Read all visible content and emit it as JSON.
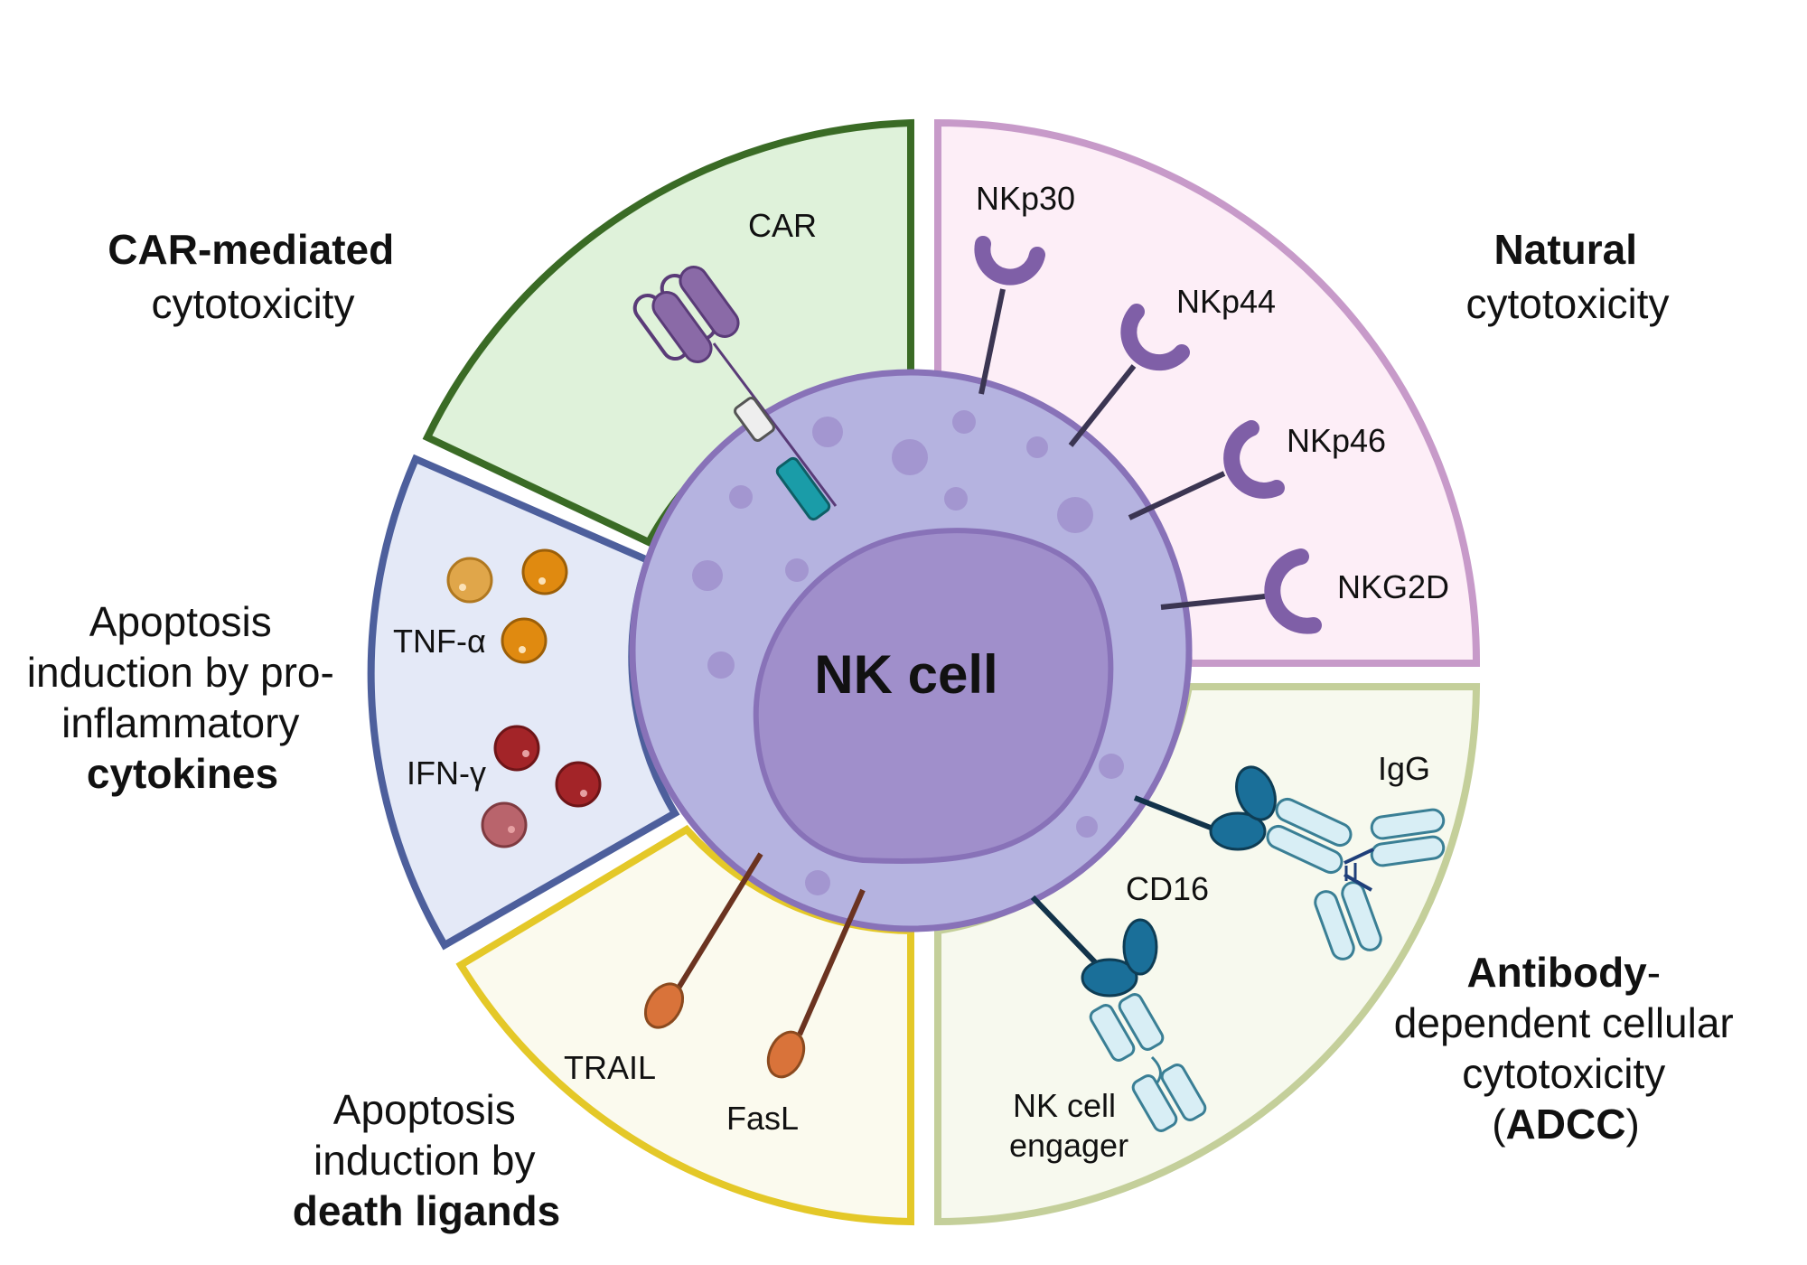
{
  "cell": {
    "title": "NK cell"
  },
  "colors": {
    "car": "#3a6b25",
    "natural": "#c79ac9",
    "cytokine": "#4d5f9c",
    "death": "#e4c828",
    "adcc": "#c4cf9a",
    "cell_body": "#b5b3e0",
    "nucleus": "#a08fcb",
    "cell_border": "#8872b8"
  },
  "sections": {
    "car": {
      "caption_bold": "CAR-mediated",
      "caption_rest": "cytotoxicity",
      "receptor_label": "CAR"
    },
    "natural": {
      "caption_bold": "Natural",
      "caption_rest": "cytotoxicity",
      "receptors": [
        "NKp30",
        "NKp44",
        "NKp46",
        "NKG2D"
      ]
    },
    "cytokines": {
      "caption_line1": "Apoptosis",
      "caption_line2": "induction by pro-",
      "caption_line3": "inflammatory",
      "caption_bold": "cytokines",
      "labels": [
        "TNF-α",
        "IFN-γ"
      ]
    },
    "death_ligands": {
      "caption_line1": "Apoptosis",
      "caption_line2": "induction by",
      "caption_bold": "death ligands",
      "labels": [
        "TRAIL",
        "FasL"
      ]
    },
    "adcc": {
      "caption_bold1": "Antibody",
      "caption_dash": "-",
      "caption_line2": "dependent cellular",
      "caption_line3": "cytotoxicity",
      "caption_open": "(",
      "caption_bold2": "ADCC",
      "caption_close": ")",
      "labels": [
        "IgG",
        "CD16"
      ],
      "engager_line1": "NK cell",
      "engager_line2": "engager"
    }
  }
}
